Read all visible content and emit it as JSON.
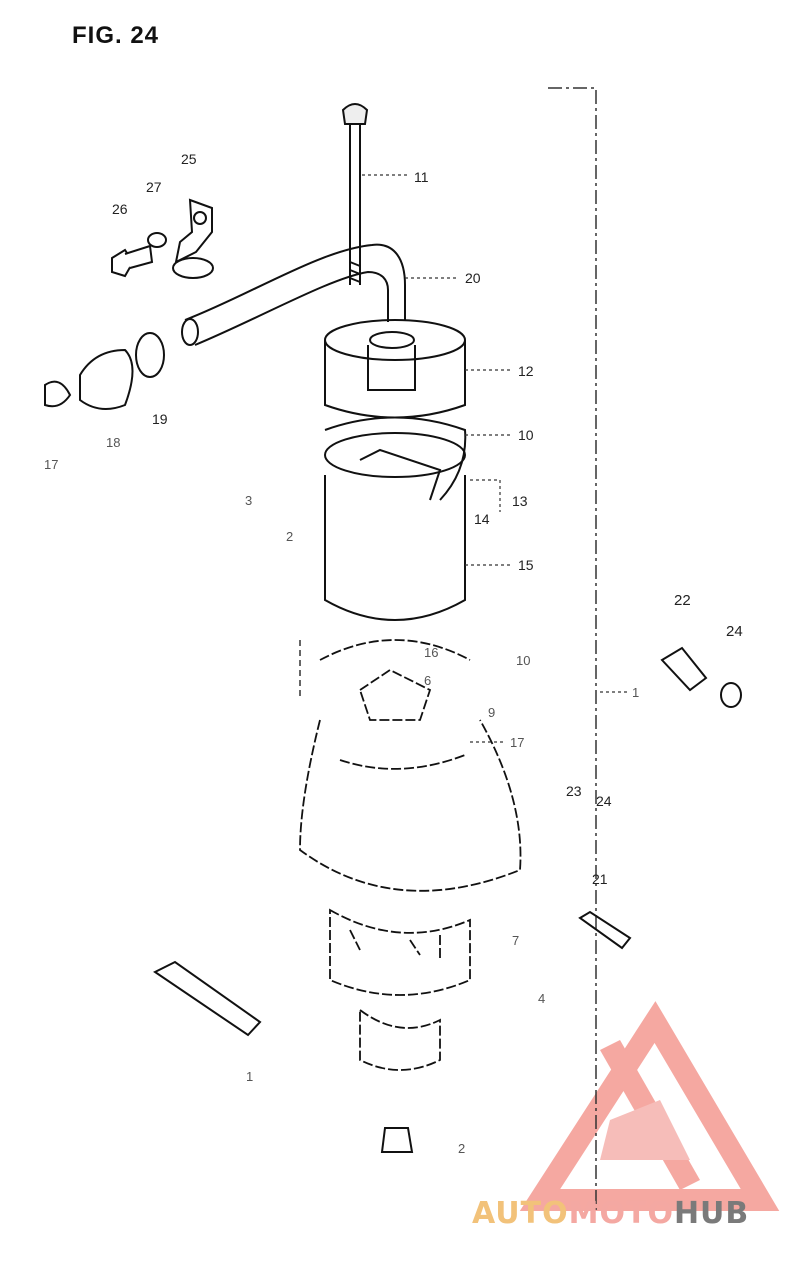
{
  "figure": {
    "title": "FIG. 24"
  },
  "callouts": [
    {
      "id": "c11",
      "label": "11"
    },
    {
      "id": "c20",
      "label": "20"
    },
    {
      "id": "c25",
      "label": "25"
    },
    {
      "id": "c27",
      "label": "27"
    },
    {
      "id": "c26",
      "label": "26"
    },
    {
      "id": "c12",
      "label": "12"
    },
    {
      "id": "c10a",
      "label": "10"
    },
    {
      "id": "c13",
      "label": "13"
    },
    {
      "id": "c14",
      "label": "14"
    },
    {
      "id": "c15",
      "label": "15"
    },
    {
      "id": "c19",
      "label": "19"
    },
    {
      "id": "c18",
      "label": "18"
    },
    {
      "id": "c17",
      "label": "17"
    },
    {
      "id": "c3",
      "label": "3"
    },
    {
      "id": "c2",
      "label": "2"
    },
    {
      "id": "c16",
      "label": "16"
    },
    {
      "id": "c10b",
      "label": "10"
    },
    {
      "id": "c6",
      "label": "6"
    },
    {
      "id": "c9",
      "label": "9"
    },
    {
      "id": "c17b",
      "label": "17"
    },
    {
      "id": "c22",
      "label": "22"
    },
    {
      "id": "c24a",
      "label": "24"
    },
    {
      "id": "c1",
      "label": "1"
    },
    {
      "id": "c23",
      "label": "23"
    },
    {
      "id": "c24b",
      "label": "24"
    },
    {
      "id": "c21",
      "label": "21"
    },
    {
      "id": "c7",
      "label": "7"
    },
    {
      "id": "c4",
      "label": "4"
    },
    {
      "id": "c1b",
      "label": "1"
    },
    {
      "id": "c2b",
      "label": "2"
    }
  ],
  "watermark": {
    "word1": "AUTO",
    "word2": "MOTO",
    "word3": "HUB",
    "colors": {
      "auto": "#f2c27a",
      "moto": "#f4a8a2",
      "hub": "#7a7a7a",
      "logo": "#f28b82"
    }
  }
}
